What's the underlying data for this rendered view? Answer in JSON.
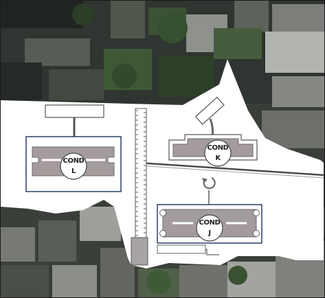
{
  "map": {
    "buildings": [
      {
        "id": "L",
        "code": "COND",
        "name": "L"
      },
      {
        "id": "K",
        "code": "COND",
        "name": "K"
      },
      {
        "id": "J",
        "code": "COND",
        "name": "J"
      }
    ],
    "colors": {
      "site_fill": "#ffffff",
      "building_fill": "#a49c9c",
      "building_stroke": "#6e6a6a",
      "enclosure_stroke": "#2b3d6b",
      "path_stroke": "#4f4f4f",
      "aerial_dark": "#2f322e",
      "aerial_vegetation": "#3f5a36",
      "aerial_rooftop": "#9a9c98"
    },
    "icons": [
      "roundabout-arrow-icon"
    ]
  }
}
